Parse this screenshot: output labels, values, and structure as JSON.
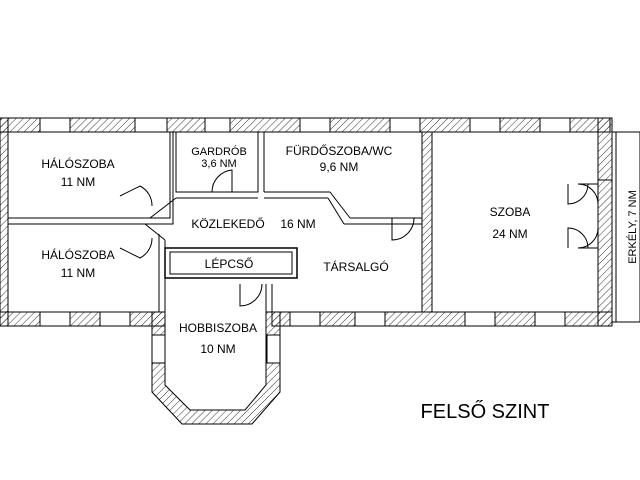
{
  "plan": {
    "title": "FELSŐ SZINT",
    "rooms": {
      "haloszoba_1": {
        "name": "HÁLÓSZOBA",
        "area": "11 NM"
      },
      "haloszoba_2": {
        "name": "HÁLÓSZOBA",
        "area": "11 NM"
      },
      "gardrob": {
        "name": "GARDRÓB",
        "area": "3,6 NM"
      },
      "furdoszoba": {
        "name": "FÜRDŐSZOBA/WC",
        "area": "9,6 NM"
      },
      "szoba": {
        "name": "SZOBA",
        "area": "24 NM"
      },
      "kozlekedo": {
        "name": "KÖZLEKEDŐ",
        "area": "16 NM"
      },
      "lepcso": {
        "name": "LÉPCSŐ"
      },
      "tarsalgo": {
        "name": "TÁRSALGÓ"
      },
      "hobbiszoba": {
        "name": "HOBBISZOBA",
        "area": "10 NM"
      },
      "erkely": {
        "name": "ERKÉLY, 7 NM"
      }
    },
    "colors": {
      "wall": "#000000",
      "hatch": "#000000",
      "background": "#ffffff"
    }
  }
}
